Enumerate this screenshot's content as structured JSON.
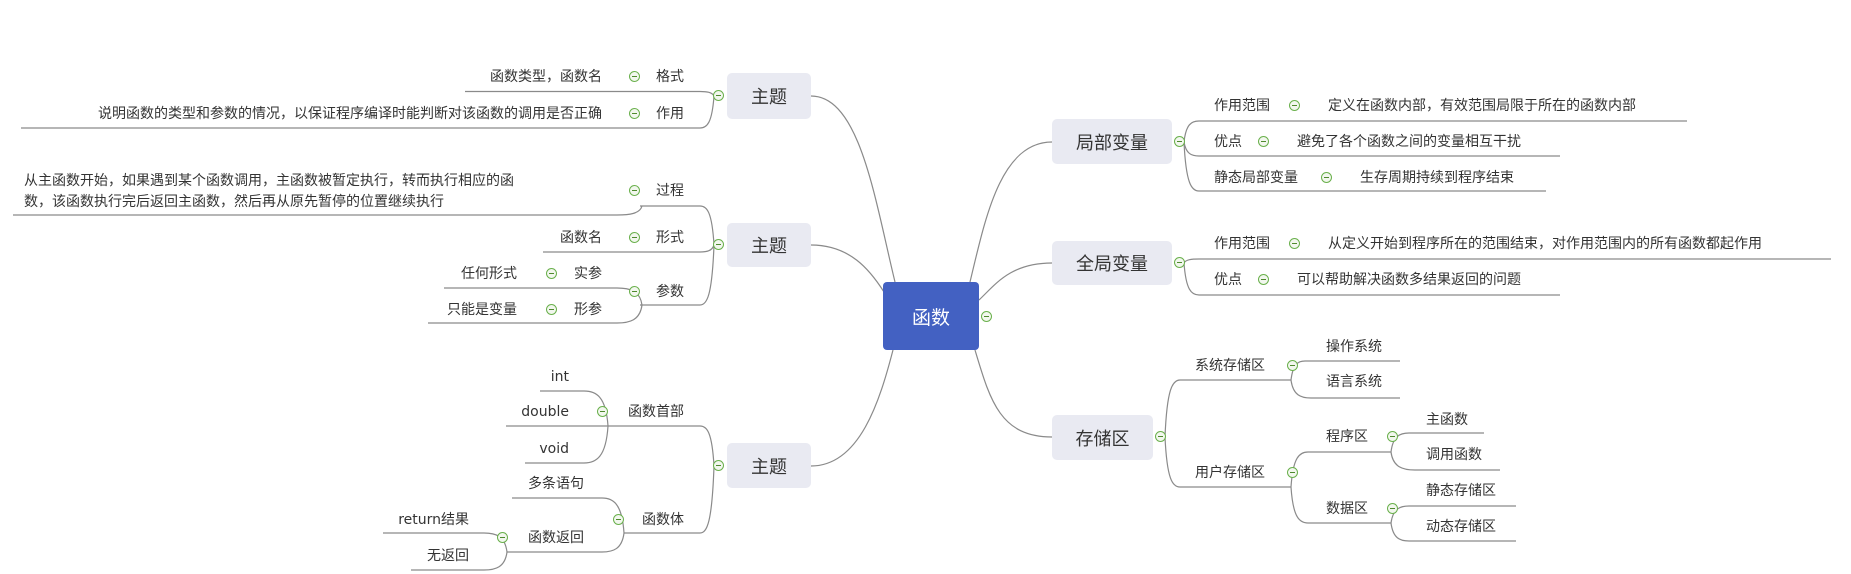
{
  "root": {
    "label": "函数"
  },
  "left": [
    {
      "label": "主题",
      "children": [
        {
          "label": "格式",
          "value": "函数类型，函数名"
        },
        {
          "label": "作用",
          "value": "说明函数的类型和参数的情况，以保证程序编译时能判断对该函数的调用是否正确"
        }
      ]
    },
    {
      "label": "主题",
      "children": [
        {
          "label": "过程",
          "value_lines": [
            "从主函数开始，如果遇到某个函数调用，主函数被暂定执行，转而执行相应的函",
            "数，该函数执行完后返回主函数，然后再从原先暂停的位置继续执行"
          ]
        },
        {
          "label": "形式",
          "value": "函数名"
        },
        {
          "label": "参数",
          "children": [
            {
              "label": "实参",
              "value": "任何形式"
            },
            {
              "label": "形参",
              "value": "只能是变量"
            }
          ]
        }
      ]
    },
    {
      "label": "主题",
      "children": [
        {
          "label": "函数首部",
          "children": [
            "int",
            "double",
            "void"
          ]
        },
        {
          "label": "函数体",
          "children": [
            {
              "label": "多条语句"
            },
            {
              "label": "函数返回",
              "children": [
                "return结果",
                "无返回"
              ]
            }
          ]
        }
      ]
    }
  ],
  "right": [
    {
      "label": "局部变量",
      "children": [
        {
          "label": "作用范围",
          "value": "定义在函数内部，有效范围局限于所在的函数内部"
        },
        {
          "label": "优点",
          "value": "避免了各个函数之间的变量相互干扰"
        },
        {
          "label": "静态局部变量",
          "value": "生存周期持续到程序结束"
        }
      ]
    },
    {
      "label": "全局变量",
      "children": [
        {
          "label": "作用范围",
          "value": "从定义开始到程序所在的范围结束，对作用范围内的所有函数都起作用"
        },
        {
          "label": "优点",
          "value": "可以帮助解决函数多结果返回的问题"
        }
      ]
    },
    {
      "label": "存储区",
      "children": [
        {
          "label": "系统存储区",
          "children": [
            "操作系统",
            "语言系统"
          ]
        },
        {
          "label": "用户存储区",
          "children": [
            {
              "label": "程序区",
              "children": [
                "主函数",
                "调用函数"
              ]
            },
            {
              "label": "数据区",
              "children": [
                "静态存储区",
                "动态存储区"
              ]
            }
          ]
        }
      ]
    }
  ],
  "colors": {
    "root": "#4361c2",
    "topic_bg": "#e9eaf2",
    "line": "#8a8a8a",
    "collapse": "#6ab04c"
  }
}
